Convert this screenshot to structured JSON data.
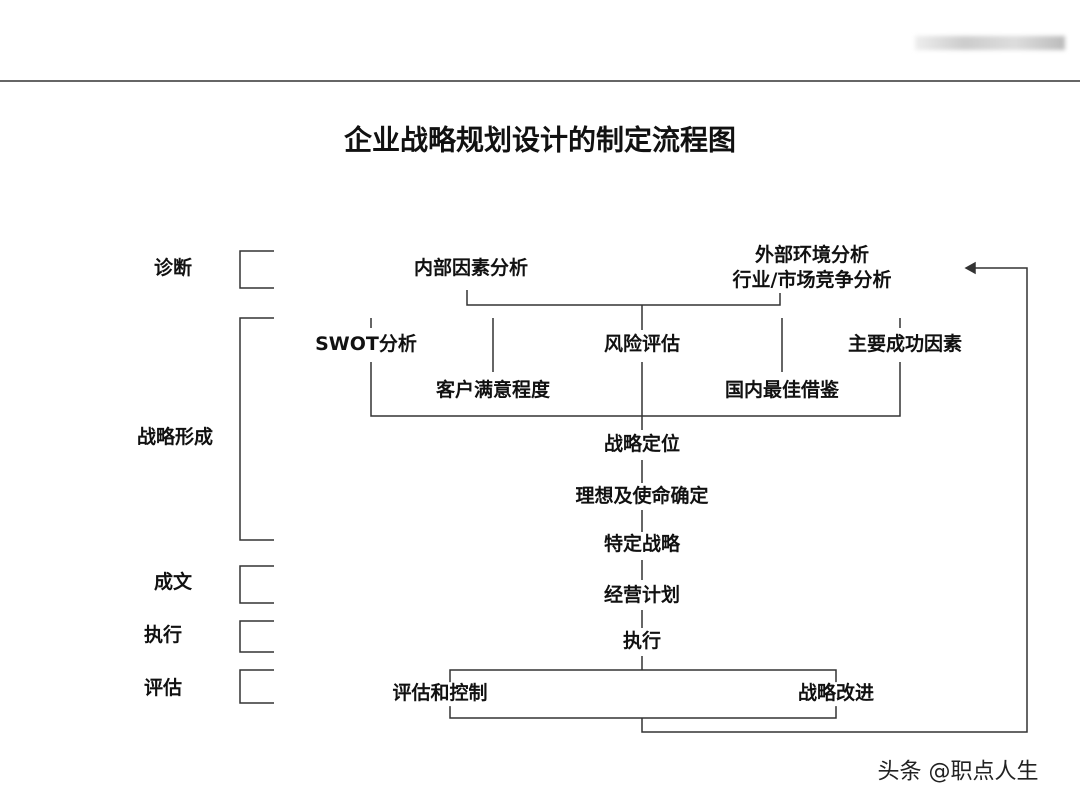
{
  "title": "企业战略规划设计的制定流程图",
  "stages": {
    "diagnosis": "诊断",
    "formation": "战略形成",
    "documentation": "成文",
    "execution": "执行",
    "evaluation": "评估"
  },
  "nodes": {
    "internal": "内部因素分析",
    "external_1": "外部环境分析",
    "external_2": "行业/市场竞争分析",
    "swot": "SWOT分析",
    "risk": "风险评估",
    "ksf": "主要成功因素",
    "customer": "客户满意程度",
    "benchmark": "国内最佳借鉴",
    "positioning": "战略定位",
    "vision": "理想及使命确定",
    "specific": "特定战略",
    "plan": "经营计划",
    "execute": "执行",
    "control": "评估和控制",
    "improve": "战略改进"
  },
  "watermark": "头条 @职点人生",
  "colors": {
    "line": "#333333",
    "header_rule": "#666666"
  }
}
